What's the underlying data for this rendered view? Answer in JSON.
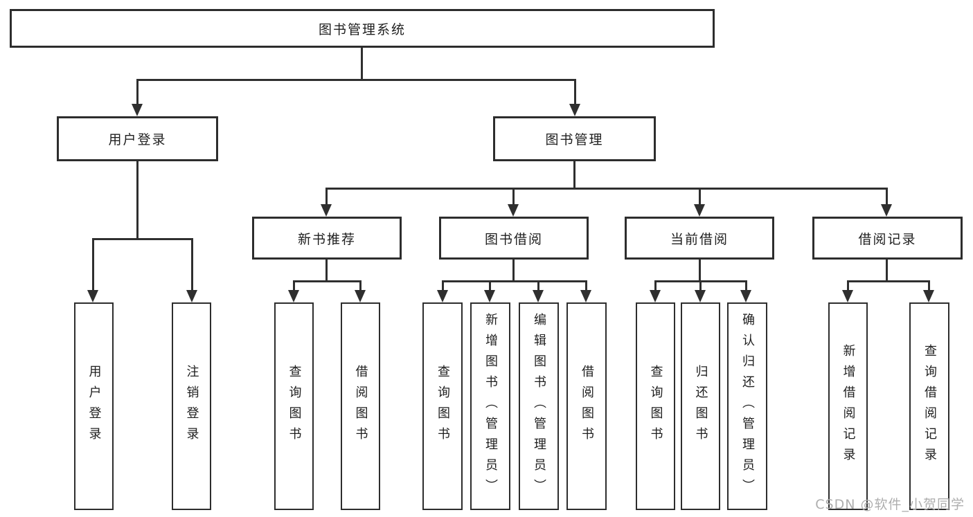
{
  "colors": {
    "line": "#2f2f2f",
    "border": "#2d2d2d",
    "text": "#1e1e1e",
    "watermark": "#aeaeae",
    "background": "#ffffff"
  },
  "nodes": {
    "root": "图书管理系统",
    "user_login": "用户登录",
    "book_mgmt": "图书管理",
    "new_books": "新书推荐",
    "book_borrow": "图书借阅",
    "current_borrow": "当前借阅",
    "borrow_records": "借阅记录",
    "leaves": {
      "user_login": [
        "用户登录",
        "注销登录"
      ],
      "new_books": [
        "查询图书",
        "借阅图书"
      ],
      "book_borrow": [
        "查询图书",
        "新增图书（管理员）",
        "编辑图书（管理员）",
        "借阅图书"
      ],
      "current_borrow": [
        "查询图书",
        "归还图书",
        "确认归还（管理员）"
      ],
      "borrow_records": [
        "新增借阅记录",
        "查询借阅记录"
      ]
    }
  },
  "watermark": "CSDN @软件_小贺同学"
}
